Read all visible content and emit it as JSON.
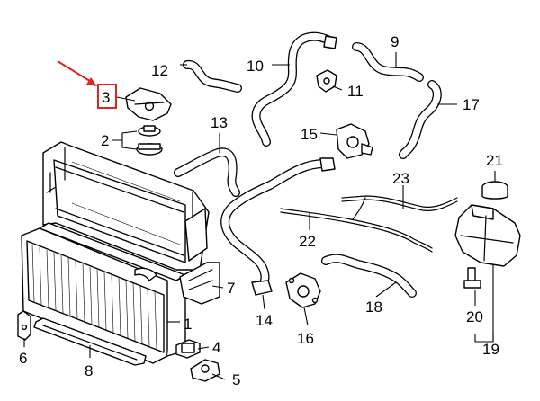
{
  "callouts": [
    {
      "id": "1",
      "label": "1"
    },
    {
      "id": "2",
      "label": "2"
    },
    {
      "id": "3",
      "label": "3"
    },
    {
      "id": "4",
      "label": "4"
    },
    {
      "id": "5",
      "label": "5"
    },
    {
      "id": "6",
      "label": "6"
    },
    {
      "id": "7",
      "label": "7"
    },
    {
      "id": "8",
      "label": "8"
    },
    {
      "id": "9",
      "label": "9"
    },
    {
      "id": "10",
      "label": "10"
    },
    {
      "id": "11",
      "label": "11"
    },
    {
      "id": "12",
      "label": "12"
    },
    {
      "id": "13",
      "label": "13"
    },
    {
      "id": "14",
      "label": "14"
    },
    {
      "id": "15",
      "label": "15"
    },
    {
      "id": "16",
      "label": "16"
    },
    {
      "id": "17",
      "label": "17"
    },
    {
      "id": "18",
      "label": "18"
    },
    {
      "id": "19",
      "label": "19"
    },
    {
      "id": "20",
      "label": "20"
    },
    {
      "id": "21",
      "label": "21"
    },
    {
      "id": "22",
      "label": "22"
    },
    {
      "id": "23",
      "label": "23"
    }
  ],
  "highlight": {
    "callout": "3",
    "color": "#e1251b"
  },
  "colors": {
    "line": "#000000",
    "background": "#ffffff",
    "accent": "#e1251b"
  }
}
